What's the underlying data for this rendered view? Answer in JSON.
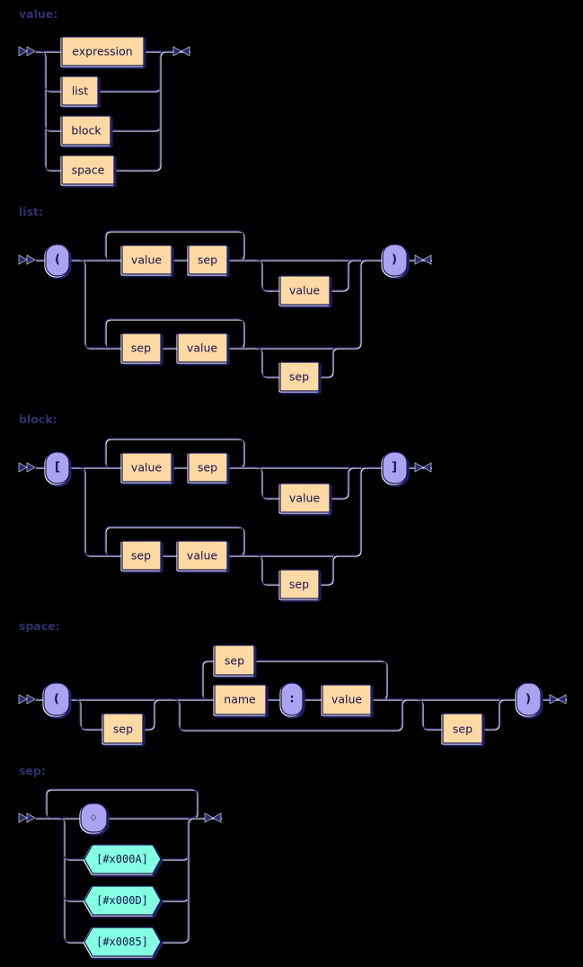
{
  "page": {
    "background": "#000000"
  },
  "colors": {
    "nonterminal_fill": "#ffd9a4",
    "terminal_fill": "#aba3f0",
    "charclass_fill": "#85ffe2",
    "border": "#16164f",
    "line": "#26266b",
    "line_highlight": "#ffffff",
    "heading_text": "#31316e",
    "label_text": "#14144e"
  },
  "sections": [
    {
      "heading": "value:",
      "nodes": [
        "expression",
        "list",
        "block",
        "space"
      ]
    },
    {
      "heading": "list:",
      "open_paren": "(",
      "close_paren": ")",
      "value_label": "value",
      "sep_label": "sep"
    },
    {
      "heading": "block:",
      "open_bracket": "[",
      "close_bracket": "]",
      "value_label": "value",
      "sep_label": "sep"
    },
    {
      "heading": "space:",
      "open_paren": "(",
      "colon": ":",
      "close_paren": ")",
      "name_label": "name",
      "value_label": "value",
      "sep_label": "sep"
    },
    {
      "heading": "sep:",
      "whitespace_label": "◇",
      "charclasses": [
        "[#x000A]",
        "[#x000D]",
        "[#x0085]"
      ]
    }
  ]
}
